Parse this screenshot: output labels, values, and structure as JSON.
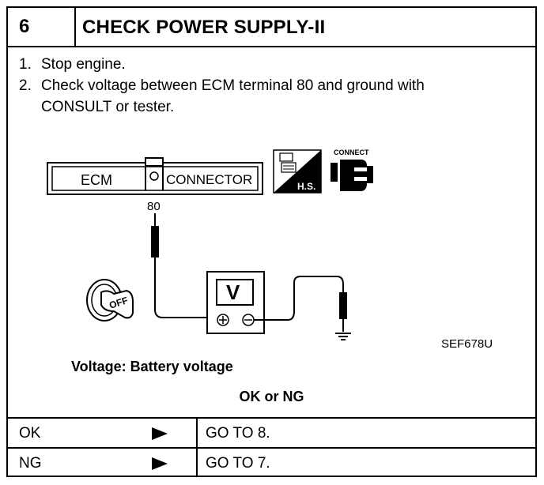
{
  "header": {
    "step_number": "6",
    "title": "CHECK POWER SUPPLY-II"
  },
  "steps": [
    {
      "number": "1.",
      "text": "Stop engine."
    },
    {
      "number": "2.",
      "text": "Check voltage between ECM terminal 80 and ground with",
      "continuation": "CONSULT or tester."
    }
  ],
  "figure": {
    "ecm_label": "ECM",
    "connector_label": "CONNECTOR",
    "terminal_label": "80",
    "connect_label": "CONNECT",
    "hs_label": "H.S.",
    "key_label": "OFF",
    "meter_label": "V",
    "figure_code": "SEF678U",
    "icons": [
      "ignition-key-icon",
      "voltmeter-icon",
      "ground-icon",
      "connect-plug-icon",
      "harness-connector-icon"
    ]
  },
  "spec": {
    "text": "Voltage: Battery voltage"
  },
  "decision": {
    "text": "OK or NG"
  },
  "results": [
    {
      "result": "OK",
      "action": "GO TO 8."
    },
    {
      "result": "NG",
      "action": "GO TO 7."
    }
  ]
}
